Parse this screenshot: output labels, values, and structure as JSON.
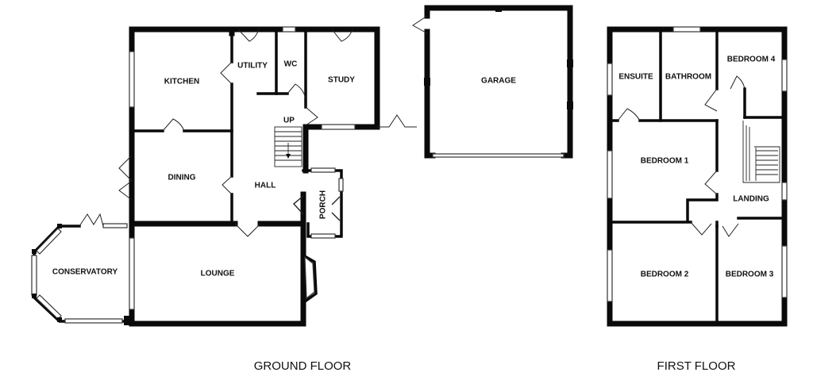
{
  "ground_floor": {
    "title": "GROUND FLOOR",
    "rooms": {
      "kitchen": "KITCHEN",
      "utility": "UTILITY",
      "wc": "WC",
      "study": "STUDY",
      "garage": "GARAGE",
      "dining": "DINING",
      "hall": "HALL",
      "porch": "PORCH",
      "conservatory": "CONSERVATORY",
      "lounge": "LOUNGE"
    },
    "stairs_label": "UP"
  },
  "first_floor": {
    "title": "FIRST FLOOR",
    "rooms": {
      "ensuite": "ENSUITE",
      "bathroom": "BATHROOM",
      "bedroom4": "BEDROOM 4",
      "bedroom1": "BEDROOM 1",
      "landing": "LANDING",
      "bedroom2": "BEDROOM 2",
      "bedroom3": "BEDROOM 3"
    }
  }
}
